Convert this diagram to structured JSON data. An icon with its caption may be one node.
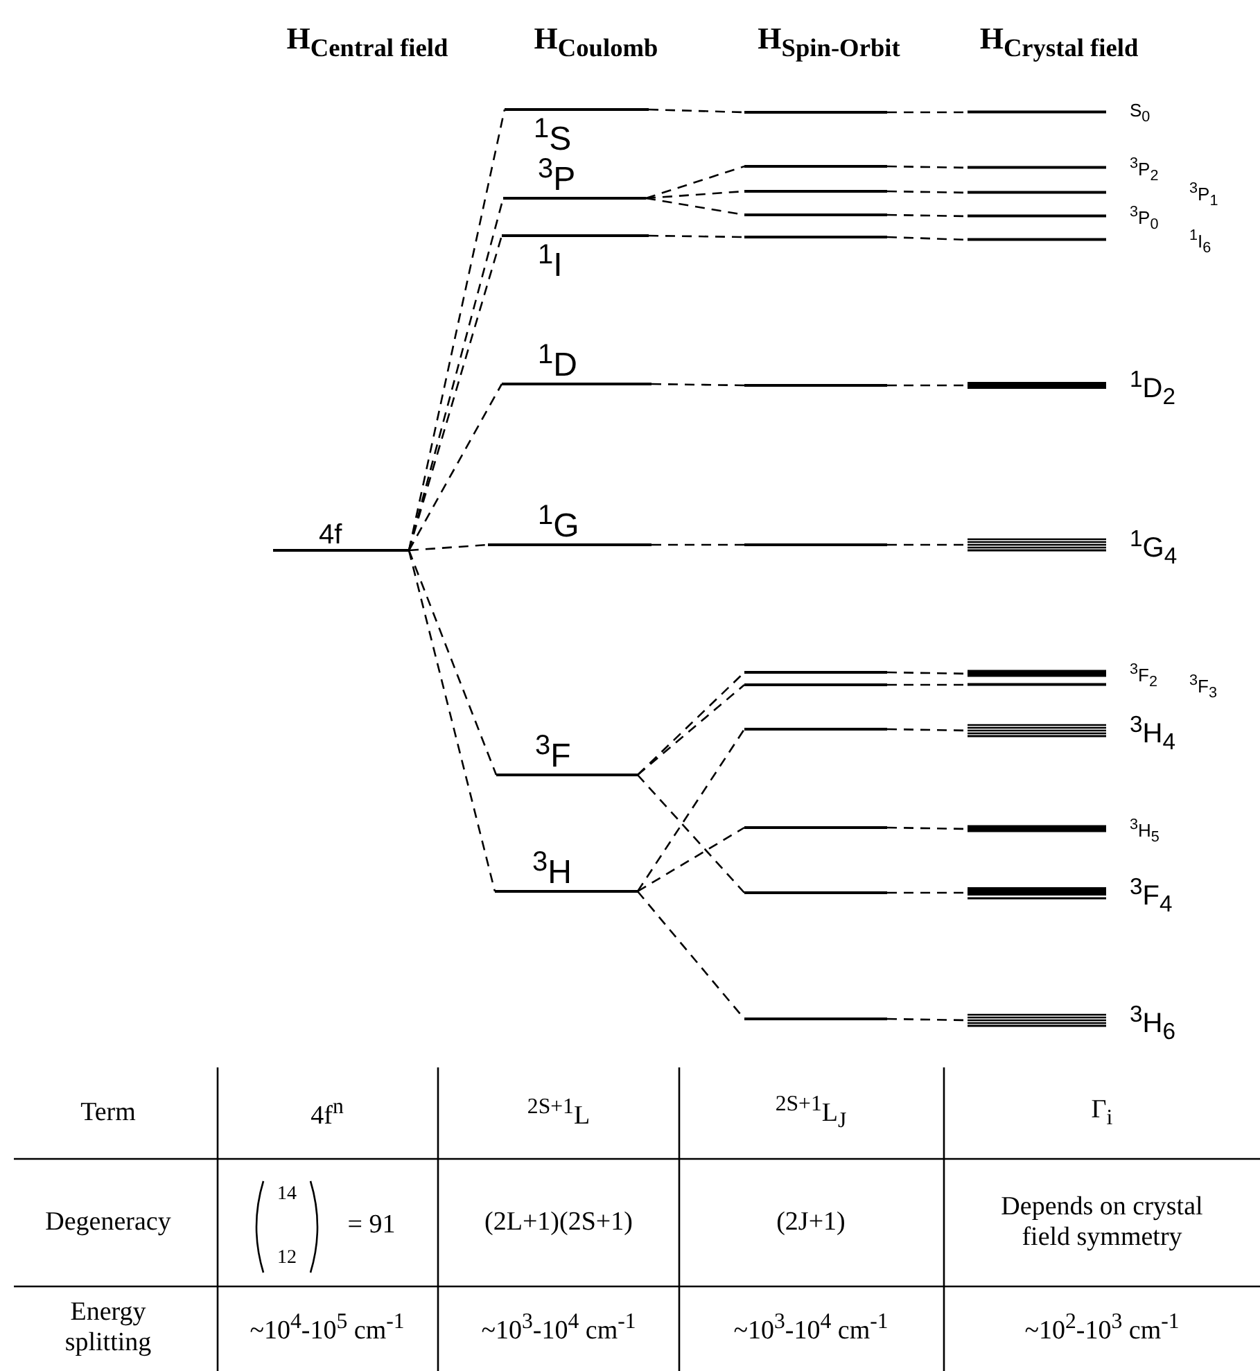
{
  "diagram": {
    "nodes": [
      {
        "text": [
          "4f"
        ]
      },
      {
        "text": [
          "$^{1}$S"
        ]
      },
      {
        "text": [
          "$^{3}$P"
        ]
      },
      {
        "text": [
          "$^{1}$I"
        ]
      },
      {
        "text": [
          "$^{1}$D"
        ]
      },
      {
        "text": [
          "$^{1}$G"
        ]
      },
      {
        "text": [
          "$^{3}$F"
        ]
      },
      {
        "text": [
          "$^{3}$H"
        ]
      },
      {
        "text": [],
        "shape": "bar"
      },
      {
        "text": [],
        "shape": "bar"
      },
      {
        "text": [],
        "shape": "bar"
      },
      {
        "text": [],
        "shape": "bar"
      },
      {
        "text": [],
        "shape": "bar"
      },
      {
        "text": [],
        "shape": "bar"
      },
      {
        "text": [],
        "shape": "bar"
      },
      {
        "text": [],
        "shape": "bar"
      },
      {
        "text": [],
        "shape": "bar"
      },
      {
        "text": [],
        "shape": "bar"
      },
      {
        "text": [],
        "shape": "bar"
      },
      {
        "text": [],
        "shape": "bar"
      },
      {
        "text": [],
        "shape": "bar"
      },
      {
        "text": [
          "S$_{0}$"
        ]
      },
      {
        "text": [
          "$^{3}$P$_{2}$"
        ]
      },
      {
        "text": [
          "$^{3}$P$_{1}$"
        ]
      },
      {
        "text": [
          "$^{3}$P$_{0}$"
        ]
      },
      {
        "text": [
          "$^{1}$I$_{6}$"
        ]
      },
      {
        "text": [
          "$^{1}$D$_{2}$"
        ]
      },
      {
        "text": [
          "$^{1}$G$_{4}$"
        ]
      },
      {
        "text": [
          "$^{3}$F$_{2}$"
        ]
      },
      {
        "text": [
          "$^{3}$F$_{3}$"
        ]
      },
      {
        "text": [
          "$^{3}$H$_{4}$"
        ]
      },
      {
        "text": [
          "$^{3}$H$_{5}$"
        ]
      },
      {
        "text": [
          "$^{3}$F$_{4}$"
        ]
      },
      {
        "text": [
          "$^{3}$H$_{6}$"
        ]
      }
    ],
    "edges": [
      {
        "from": 0,
        "to": 1,
        "arrow": "none",
        "style": "dashed"
      },
      {
        "from": 0,
        "to": 2,
        "arrow": "none",
        "style": "dashed"
      },
      {
        "from": 0,
        "to": 3,
        "arrow": "none",
        "style": "dashed"
      },
      {
        "from": 0,
        "to": 4,
        "arrow": "none",
        "style": "dashed"
      },
      {
        "from": 0,
        "to": 5,
        "arrow": "none",
        "style": "dashed"
      },
      {
        "from": 0,
        "to": 6,
        "arrow": "none",
        "style": "dashed"
      },
      {
        "from": 0,
        "to": 7,
        "arrow": "none",
        "style": "dashed"
      },
      {
        "from": 1,
        "to": 8,
        "arrow": "none",
        "style": "dashed"
      },
      {
        "from": 2,
        "to": 9,
        "arrow": "none",
        "style": "dashed"
      },
      {
        "from": 2,
        "to": 10,
        "arrow": "none",
        "style": "dashed"
      },
      {
        "from": 2,
        "to": 11,
        "arrow": "none",
        "style": "dashed"
      },
      {
        "from": 3,
        "to": 12,
        "arrow": "none",
        "style": "dashed"
      },
      {
        "from": 4,
        "to": 13,
        "arrow": "none",
        "style": "dashed"
      },
      {
        "from": 5,
        "to": 14,
        "arrow": "none",
        "style": "dashed"
      },
      {
        "from": 6,
        "to": 15,
        "arrow": "none",
        "style": "dashed"
      },
      {
        "from": 6,
        "to": 16,
        "arrow": "none",
        "style": "dashed"
      },
      {
        "from": 6,
        "to": 19,
        "arrow": "none",
        "style": "dashed"
      },
      {
        "from": 7,
        "to": 17,
        "arrow": "none",
        "style": "dashed"
      },
      {
        "from": 7,
        "to": 18,
        "arrow": "none",
        "style": "dashed"
      },
      {
        "from": 7,
        "to": 20,
        "arrow": "none",
        "style": "dashed"
      },
      {
        "from": 8,
        "to": 21,
        "arrow": "none",
        "style": "dashed"
      },
      {
        "from": 9,
        "to": 22,
        "arrow": "none",
        "style": "dashed"
      },
      {
        "from": 10,
        "to": 23,
        "arrow": "none",
        "style": "dashed"
      },
      {
        "from": 11,
        "to": 24,
        "arrow": "none",
        "style": "dashed"
      },
      {
        "from": 12,
        "to": 25,
        "arrow": "none",
        "style": "dashed"
      },
      {
        "from": 13,
        "to": 26,
        "arrow": "none",
        "style": "dashed"
      },
      {
        "from": 14,
        "to": 27,
        "arrow": "none",
        "style": "dashed"
      },
      {
        "from": 15,
        "to": 28,
        "arrow": "none",
        "style": "dashed"
      },
      {
        "from": 16,
        "to": 29,
        "arrow": "none",
        "style": "dashed"
      },
      {
        "from": 17,
        "to": 30,
        "arrow": "none",
        "style": "dashed"
      },
      {
        "from": 18,
        "to": 31,
        "arrow": "none",
        "style": "dashed"
      },
      {
        "from": 19,
        "to": 32,
        "arrow": "none",
        "style": "dashed"
      },
      {
        "from": 20,
        "to": 33,
        "arrow": "none",
        "style": "dashed"
      }
    ],
    "labels": [
      "H$_{Central field}$",
      "H$_{Coulomb}$",
      "H$_{Spin-Orbit}$",
      "H$_{Crystal field}$",
      "Term",
      "4f$^{n}$",
      "$^{2S+1}$L",
      "$^{2S+1}$L$_{J}$",
      "Γ$_{i}$",
      "Degeneracy",
      "14",
      "12",
      "= 91",
      "(2L+1)(2S+1)",
      "(2J+1)",
      "Depends on crystal field symmetry",
      "Energy splitting",
      "~10$^{4}$-10$^{5}$ cm$^{-1}$",
      "~10$^{3}$-10$^{4}$ cm$^{-1}$",
      "~10$^{3}$-10$^{4}$ cm$^{-1}$",
      "~10$^{2}$-10$^{3}$ cm$^{-1}$"
    ]
  }
}
